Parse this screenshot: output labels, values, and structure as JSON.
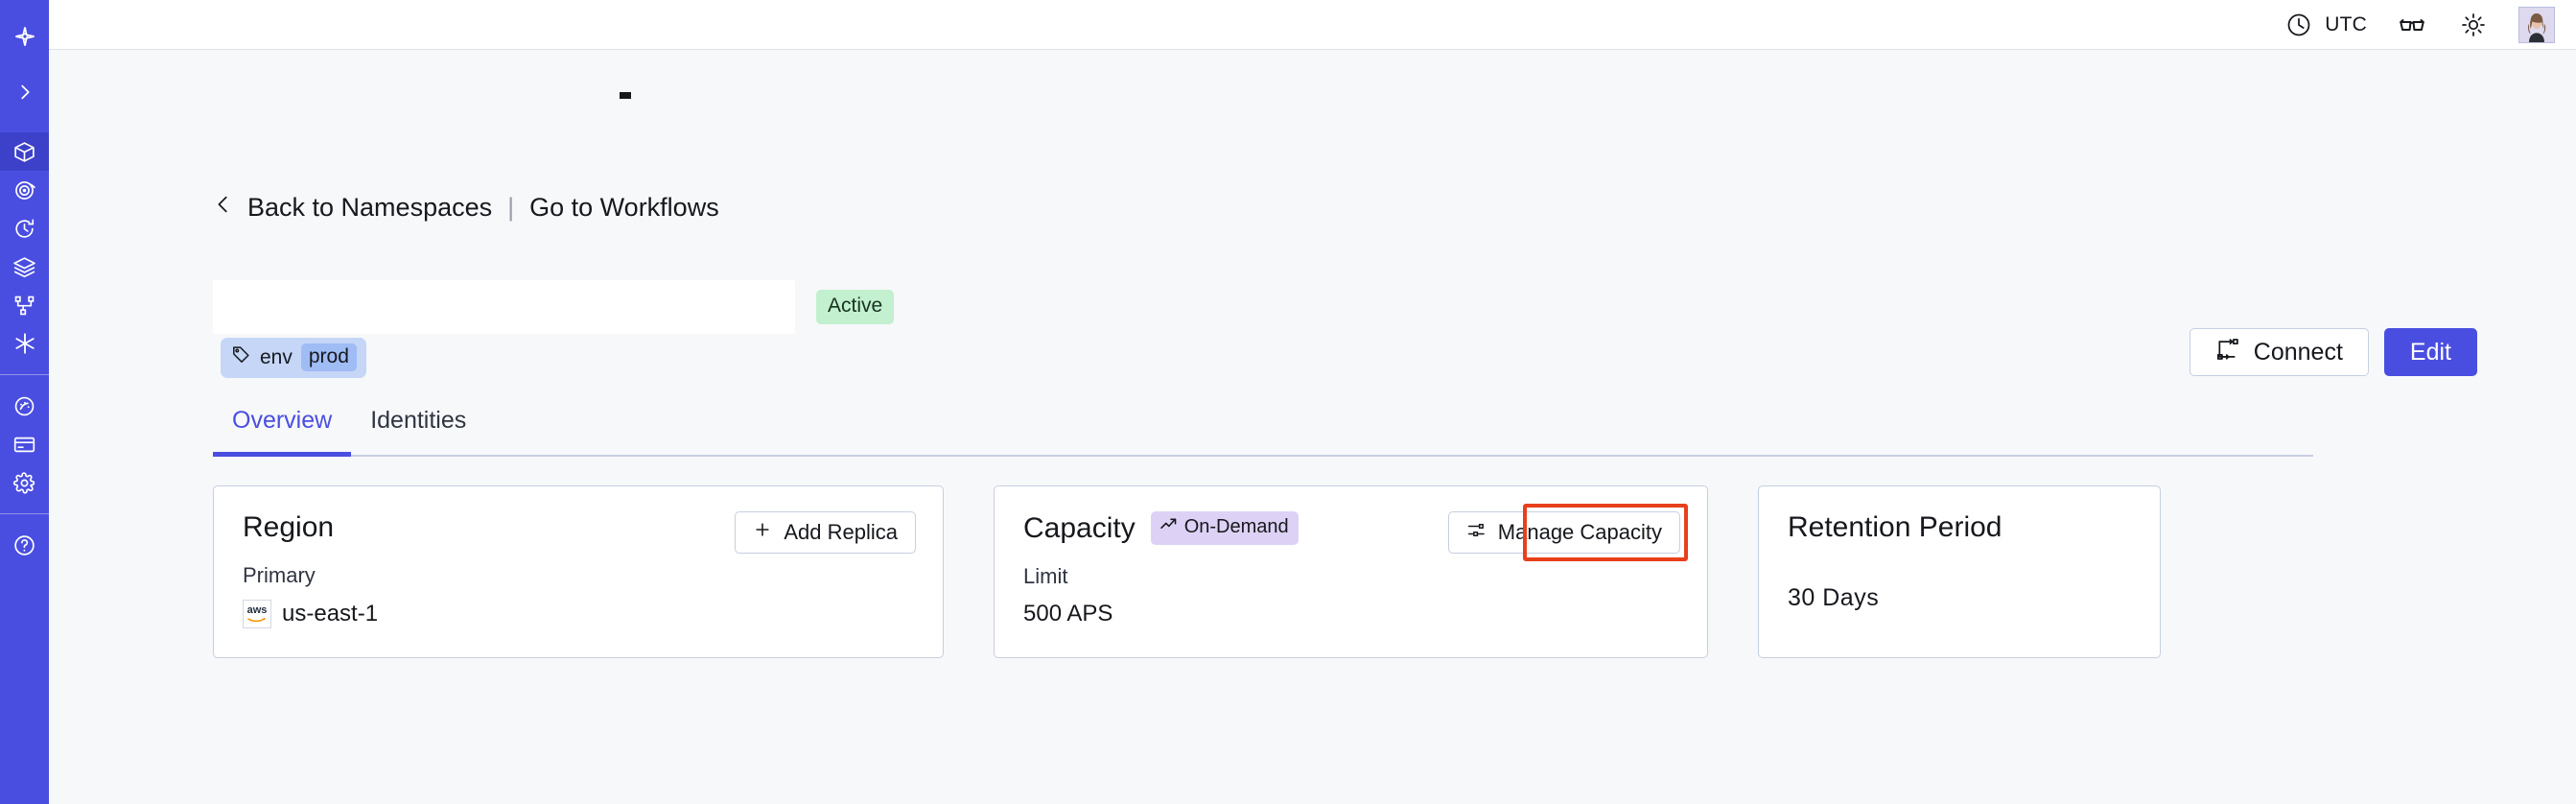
{
  "header": {
    "timezone_icon": "clock-icon",
    "timezone": "UTC",
    "glasses_icon": "glasses-icon",
    "theme_icon": "sun-icon",
    "avatar": "user-avatar"
  },
  "sidebar": {
    "items": [
      {
        "name": "logo",
        "icon": "temporal-logo-icon",
        "active": false
      },
      {
        "name": "expand",
        "icon": "chevron-right-icon",
        "active": false
      },
      {
        "name": "namespaces",
        "icon": "cube-icon",
        "active": true
      },
      {
        "name": "observe",
        "icon": "eye-target-icon",
        "active": false
      },
      {
        "name": "history",
        "icon": "clock-rewind-icon",
        "active": false
      },
      {
        "name": "layers",
        "icon": "layers-icon",
        "active": false
      },
      {
        "name": "workflows",
        "icon": "git-branch-icon",
        "active": false
      },
      {
        "name": "integrations",
        "icon": "asterisk-icon",
        "active": false
      },
      {
        "name": "usage",
        "icon": "gauge-icon",
        "active": false
      },
      {
        "name": "billing",
        "icon": "credit-card-icon",
        "active": false
      },
      {
        "name": "settings",
        "icon": "gear-icon",
        "active": false
      },
      {
        "name": "help",
        "icon": "help-circle-icon",
        "active": false
      }
    ]
  },
  "breadcrumb": {
    "back_icon": "chevron-left-icon",
    "back_label": "Back to Namespaces",
    "separator": "|",
    "forward_label": "Go to Workflows"
  },
  "namespace": {
    "title": "",
    "status_badge": "Active",
    "tag": {
      "icon": "tag-icon",
      "key": "env",
      "value": "prod"
    }
  },
  "tabs": [
    {
      "label": "Overview",
      "active": true
    },
    {
      "label": "Identities",
      "active": false
    }
  ],
  "actions": {
    "connect_icon": "connect-nodes-icon",
    "connect_label": "Connect",
    "edit_label": "Edit"
  },
  "cards": {
    "region": {
      "title": "Region",
      "button_icon": "plus-icon",
      "button_label": "Add Replica",
      "sub_label": "Primary",
      "provider_icon": "aws-logo-icon",
      "value": "us-east-1"
    },
    "capacity": {
      "title": "Capacity",
      "badge_icon": "trending-up-icon",
      "badge_label": "On-Demand",
      "button_icon": "sliders-icon",
      "button_label": "Manage Capacity",
      "sub_label": "Limit",
      "value": "500 APS",
      "highlight_color": "#e8401c"
    },
    "retention": {
      "title": "Retention Period",
      "value": "30 Days"
    }
  },
  "colors": {
    "brand_indigo": "#4a4ee0",
    "sidebar_active": "#3d41c9",
    "page_bg": "#f7f8fa",
    "card_border": "#c6cfe0",
    "badge_active_bg": "#c3f0cf",
    "badge_ondemand_bg": "#ddd2f5",
    "tag_bg": "#c5d6f7",
    "annotation_red": "#e8401c"
  }
}
